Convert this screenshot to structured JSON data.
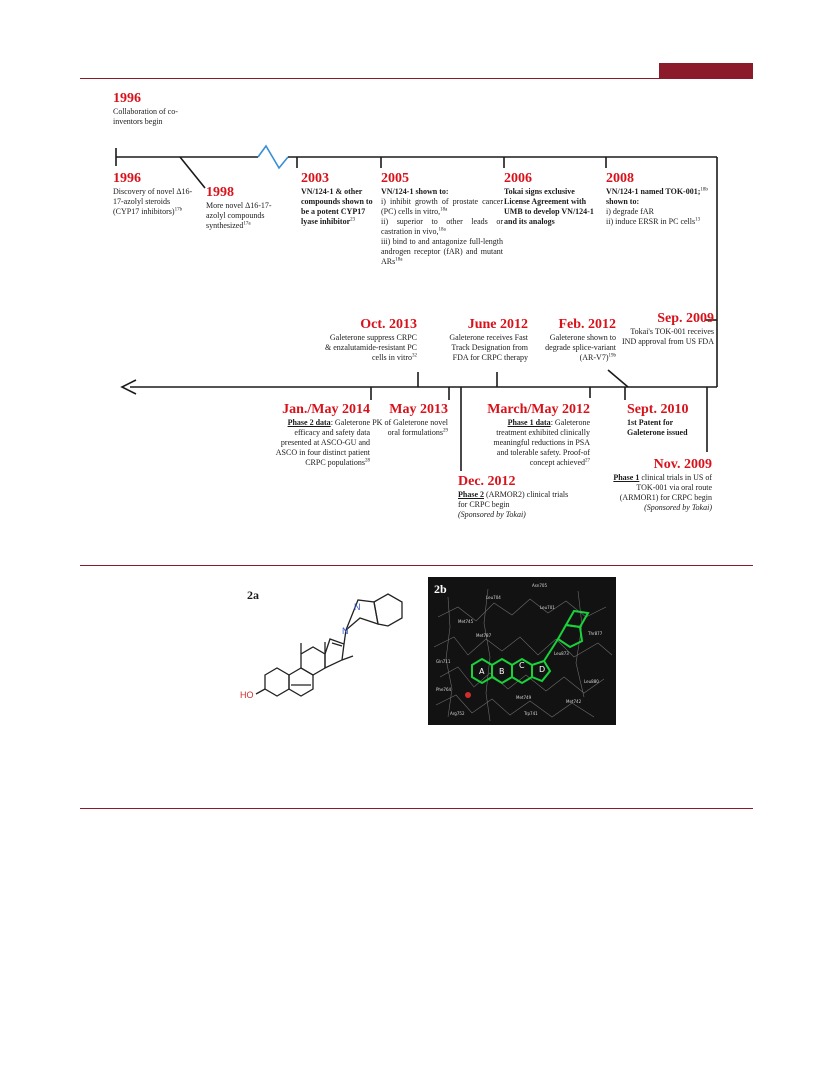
{
  "events": [
    {
      "id": "e1996top",
      "year": "1996",
      "text": "Collaboration of co-inventors begin"
    },
    {
      "id": "e1996",
      "year": "1996",
      "text": "Discovery of novel Δ16-17-azolyl steroids (CYP17 inhibitors)",
      "ref": "17b"
    },
    {
      "id": "e1998",
      "year": "1998",
      "text": "More novel Δ16-17-azolyl compounds synthesized",
      "ref": "17a"
    },
    {
      "id": "e2003",
      "year": "2003",
      "text": "VN/124-1 & other compounds shown to be a potent CYP17 lyase inhibitor",
      "ref": "23"
    },
    {
      "id": "e2005",
      "year": "2005",
      "intro": "VN/124-1 shown to:",
      "items": [
        "i) inhibit growth of prostate cancer (PC) cells in vitro,",
        "ii) superior to other leads or castration in vivo,",
        "iii) bind to and antagonize full-length androgen receptor (fAR) and mutant ARs"
      ],
      "refs": [
        "18a",
        "18a",
        "18a"
      ]
    },
    {
      "id": "e2006",
      "year": "2006",
      "text": "Tokai signs exclusive License Agreement with UMB to develop VN/124-1 and its analogs"
    },
    {
      "id": "e2008",
      "year": "2008",
      "intro": "VN/124-1 named TOK-001;",
      "intro2": "shown to:",
      "items": [
        "i) degrade fAR",
        "ii) induce ERSR in PC cells"
      ],
      "refs": [
        "18b",
        "13"
      ]
    },
    {
      "id": "eoct2013",
      "year": "Oct. 2013",
      "text": "Galeterone suppress CRPC & enzalutamide-resistant PC cells in vitro",
      "ref": "32"
    },
    {
      "id": "ejun2012",
      "year": "June 2012",
      "text": "Galeterone receives Fast Track Designation from FDA for CRPC therapy"
    },
    {
      "id": "efeb2012",
      "year": "Feb. 2012",
      "text": "Galeterone shown to degrade splice-variant (AR-V7)",
      "ref": "19b"
    },
    {
      "id": "esep2009",
      "year": "Sep. 2009",
      "text": "Tokai's TOK-001 receives IND approval from US FDA"
    },
    {
      "id": "ejan2014",
      "year": "Jan./May 2014",
      "lead": "Phase 2 data",
      "text": ": Galeterone efficacy and safety data presented at ASCO-GU and ASCO in four distinct patient CRPC populations",
      "ref": "28"
    },
    {
      "id": "emay2013",
      "year": "May 2013",
      "text": "PK of Galeterone novel oral formulations",
      "ref": "29"
    },
    {
      "id": "emar2012",
      "year": "March/May 2012",
      "lead": "Phase 1 data",
      "text": ": Galeterone treatment exhibited clinically meaningful reductions in PSA and tolerable safety. Proof-of concept achieved",
      "ref": "27"
    },
    {
      "id": "esep2010",
      "year": "Sept. 2010",
      "text": "1st Patent for Galeterone issued"
    },
    {
      "id": "edec2012",
      "year": "Dec. 2012",
      "lead": "Phase 2",
      "text": "(ARMOR2) clinical trials for CRPC begin",
      "note": "(Sponsored by Tokai)"
    },
    {
      "id": "enov2009",
      "year": "Nov. 2009",
      "lead": "Phase 1",
      "text": "clinical trials in US of TOK-001 via oral route (ARMOR1) for CRPC begin",
      "note": "(Sponsored by Tokai)"
    }
  ],
  "figure": {
    "label_2a": "2a",
    "label_2b": "2b",
    "hydroxyl": "HO",
    "nitrogen_1": "N",
    "nitrogen_2": "N",
    "ring_labels": [
      "A",
      "B",
      "C",
      "D"
    ],
    "residues": [
      "Asn705",
      "Leu704",
      "Met745",
      "Leu701",
      "Met787",
      "Thr877",
      "Leu873",
      "Gln711",
      "Leu880",
      "Phe764",
      "Arg752",
      "Met749",
      "Met742",
      "Trp741"
    ]
  },
  "colors": {
    "accent": "#8b1a2b",
    "year_red": "#d8121b",
    "molecule_green": "#19d23a",
    "nitrogen_blue": "#2f57c9",
    "oxygen_red": "#d22d2d"
  }
}
